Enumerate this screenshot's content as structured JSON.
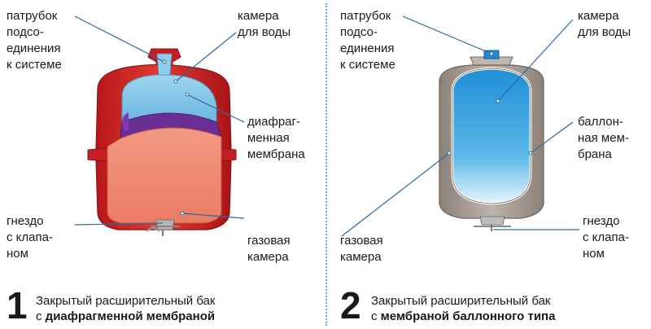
{
  "left": {
    "labels": {
      "nozzle": "патрубок\nподсо-\nединения\nк системе",
      "water_chamber": "камера\nдля воды",
      "membrane": "диафраг-\nменная\nмембрана",
      "valve_seat": "гнездо\nс клапа-\nном",
      "gas_chamber": "газовая\nкамера"
    },
    "caption": {
      "number": "1",
      "line1": "Закрытый расширительный бак",
      "line2_prefix": "с ",
      "line2_bold": "диафрагменной мембраной"
    }
  },
  "right": {
    "labels": {
      "nozzle": "патрубок\nподсо-\nединения\nк системе",
      "water_chamber": "камера\nдля воды",
      "membrane": "баллон-\nная мем-\nбрана",
      "valve_seat": "гнездо\nс клапа-\nном",
      "gas_chamber": "газовая\nкамера"
    },
    "caption": {
      "number": "2",
      "line1": "Закрытый расширительный бак",
      "line2_prefix": "с ",
      "line2_bold": "мембраной баллонного типа"
    }
  },
  "colors": {
    "red_tank": "#d8262a",
    "gas_fill": "#f08a73",
    "water_blue": "#7cc3e6",
    "membrane_purple": "#6a2f95",
    "grey_tank": "#a69b91",
    "balloon_blue": "#3aa0dc",
    "leader": "#2d6aa0"
  }
}
